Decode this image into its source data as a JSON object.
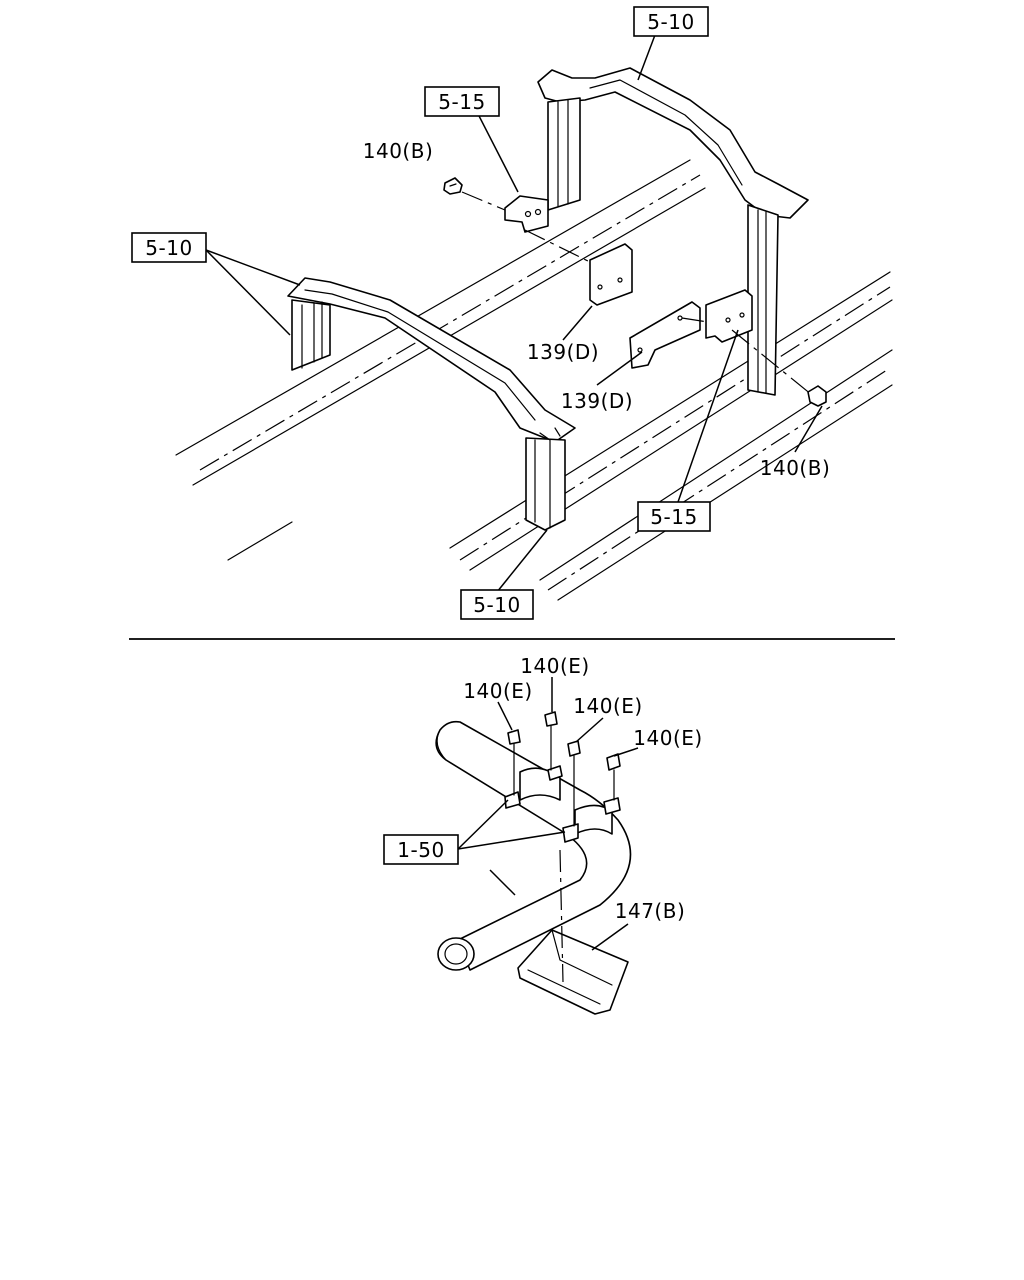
{
  "callouts": {
    "ref_5_10_top": "5-10",
    "ref_5_15_top": "5-15",
    "bolt_140b_top": "140(B)",
    "ref_5_10_left": "5-10",
    "bracket_139d_a": "139(D)",
    "bracket_139d_b": "139(D)",
    "bolt_140b_right": "140(B)",
    "ref_5_15_bottom": "5-15",
    "ref_5_10_bottom": "5-10",
    "bolt_140e_top": "140(E)",
    "bolt_140e_left": "140(E)",
    "bolt_140e_mid": "140(E)",
    "bolt_140e_right": "140(E)",
    "ref_1_50": "1-50",
    "shield_147b": "147(B)"
  }
}
